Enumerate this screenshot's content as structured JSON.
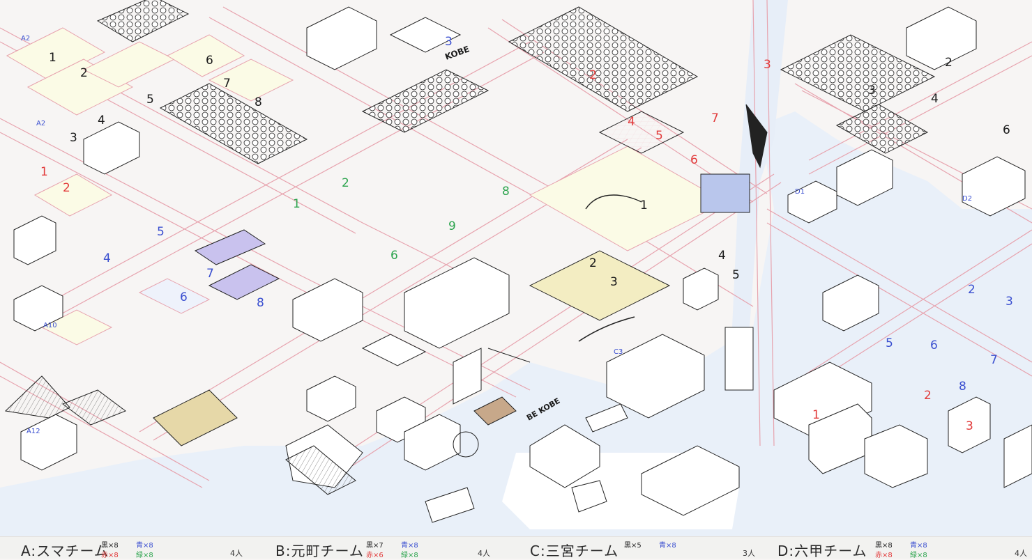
{
  "colors": {
    "paper": "#f7f5f4",
    "road_line": "#e7a3ae",
    "road_fill": "#fbeef0",
    "ink": "#1a1a1a",
    "water": "#e6eef8",
    "park_fill": "#fbfbe6",
    "label_blue": "#3a4fd0",
    "label_red": "#e23b3b",
    "label_green": "#2da44e",
    "highlight_purple": "#c9c2ee",
    "highlight_yellow": "#f3edc2"
  },
  "district_labels": [
    {
      "text": "A2"
    },
    {
      "text": "A2"
    },
    {
      "text": "A10"
    },
    {
      "text": "A12"
    },
    {
      "text": "C3"
    },
    {
      "text": "D1"
    },
    {
      "text": "D2"
    }
  ],
  "plot_numbers": [
    {
      "text": "1",
      "color": "ink"
    },
    {
      "text": "2",
      "color": "ink"
    },
    {
      "text": "3",
      "color": "ink"
    },
    {
      "text": "4",
      "color": "ink"
    },
    {
      "text": "5",
      "color": "ink"
    },
    {
      "text": "6",
      "color": "ink"
    },
    {
      "text": "7",
      "color": "ink"
    },
    {
      "text": "8",
      "color": "ink"
    },
    {
      "text": "1",
      "color": "red"
    },
    {
      "text": "2",
      "color": "red"
    },
    {
      "text": "2",
      "color": "green"
    },
    {
      "text": "1",
      "color": "green"
    },
    {
      "text": "3",
      "color": "blue"
    },
    {
      "text": "2",
      "color": "red"
    },
    {
      "text": "4",
      "color": "red"
    },
    {
      "text": "5",
      "color": "red"
    },
    {
      "text": "6",
      "color": "red"
    },
    {
      "text": "7",
      "color": "red"
    },
    {
      "text": "3",
      "color": "red"
    },
    {
      "text": "1",
      "color": "ink"
    },
    {
      "text": "2",
      "color": "ink"
    },
    {
      "text": "3",
      "color": "ink"
    },
    {
      "text": "4",
      "color": "ink"
    },
    {
      "text": "5",
      "color": "ink"
    },
    {
      "text": "5",
      "color": "blue"
    },
    {
      "text": "4",
      "color": "blue"
    },
    {
      "text": "7",
      "color": "blue"
    },
    {
      "text": "6",
      "color": "blue"
    },
    {
      "text": "8",
      "color": "blue"
    },
    {
      "text": "9",
      "color": "green"
    },
    {
      "text": "8",
      "color": "green"
    },
    {
      "text": "6",
      "color": "green"
    },
    {
      "text": "2",
      "color": "ink"
    },
    {
      "text": "3",
      "color": "ink"
    },
    {
      "text": "4",
      "color": "ink"
    },
    {
      "text": "6",
      "color": "ink"
    },
    {
      "text": "7",
      "color": "blue"
    },
    {
      "text": "8",
      "color": "blue"
    },
    {
      "text": "5",
      "color": "blue"
    },
    {
      "text": "3",
      "color": "blue"
    },
    {
      "text": "2",
      "color": "blue"
    },
    {
      "text": "6",
      "color": "blue"
    },
    {
      "text": "1",
      "color": "red"
    },
    {
      "text": "2",
      "color": "red"
    },
    {
      "text": "3",
      "color": "red"
    }
  ],
  "signs": [
    {
      "text": "KOBE"
    },
    {
      "text": "BE KOBE"
    }
  ],
  "footer": {
    "teams": [
      {
        "name": "A:スマチーム",
        "black": "黒×8",
        "blue": "青×8",
        "red": "赤×8",
        "green": "緑×8",
        "people": "4人"
      },
      {
        "name": "B:元町チーム",
        "black": "黒×7",
        "blue": "青×8",
        "red": "赤×6",
        "green": "緑×8",
        "people": "4人"
      },
      {
        "name": "C:三宮チーム",
        "black": "黒×5",
        "blue": "青×8",
        "red": "",
        "green": "",
        "people": "3人"
      },
      {
        "name": "D:六甲チーム",
        "black": "黒×8",
        "blue": "青×8",
        "red": "赤×8",
        "green": "緑×8",
        "people": "4人"
      }
    ]
  }
}
